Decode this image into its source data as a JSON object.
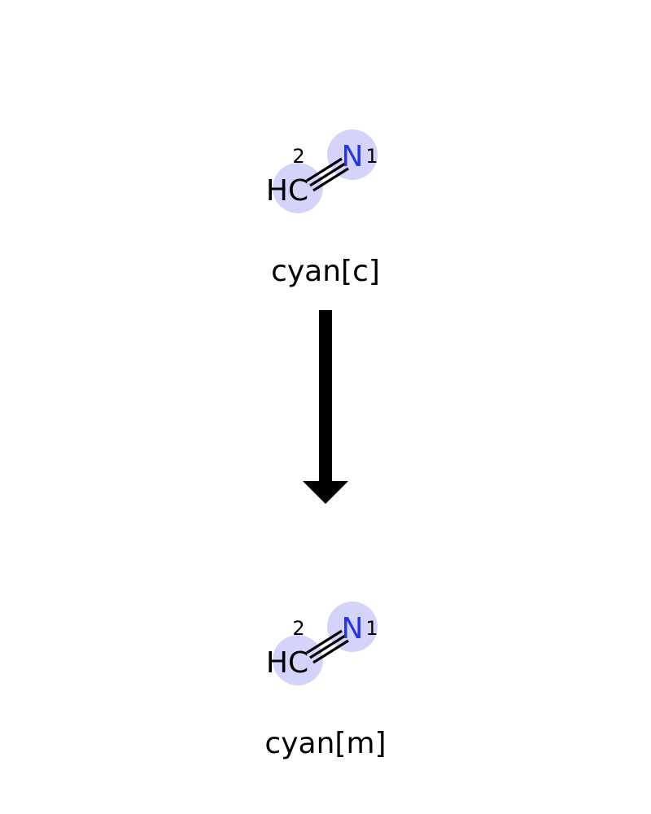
{
  "colors": {
    "highlight": "#d4d4fb",
    "nitrogen": "#2535e8",
    "carbon": "#000000",
    "bond": "#000000",
    "arrow": "#000000"
  },
  "reactant": {
    "name": "cyan[c]",
    "atoms": [
      {
        "symbol": "N",
        "number": "1"
      },
      {
        "symbol": "HC",
        "number": "2"
      }
    ],
    "bond": "triple"
  },
  "product": {
    "name": "cyan[m]",
    "atoms": [
      {
        "symbol": "N",
        "number": "1"
      },
      {
        "symbol": "HC",
        "number": "2"
      }
    ],
    "bond": "triple"
  },
  "arrow": {
    "direction": "down"
  }
}
